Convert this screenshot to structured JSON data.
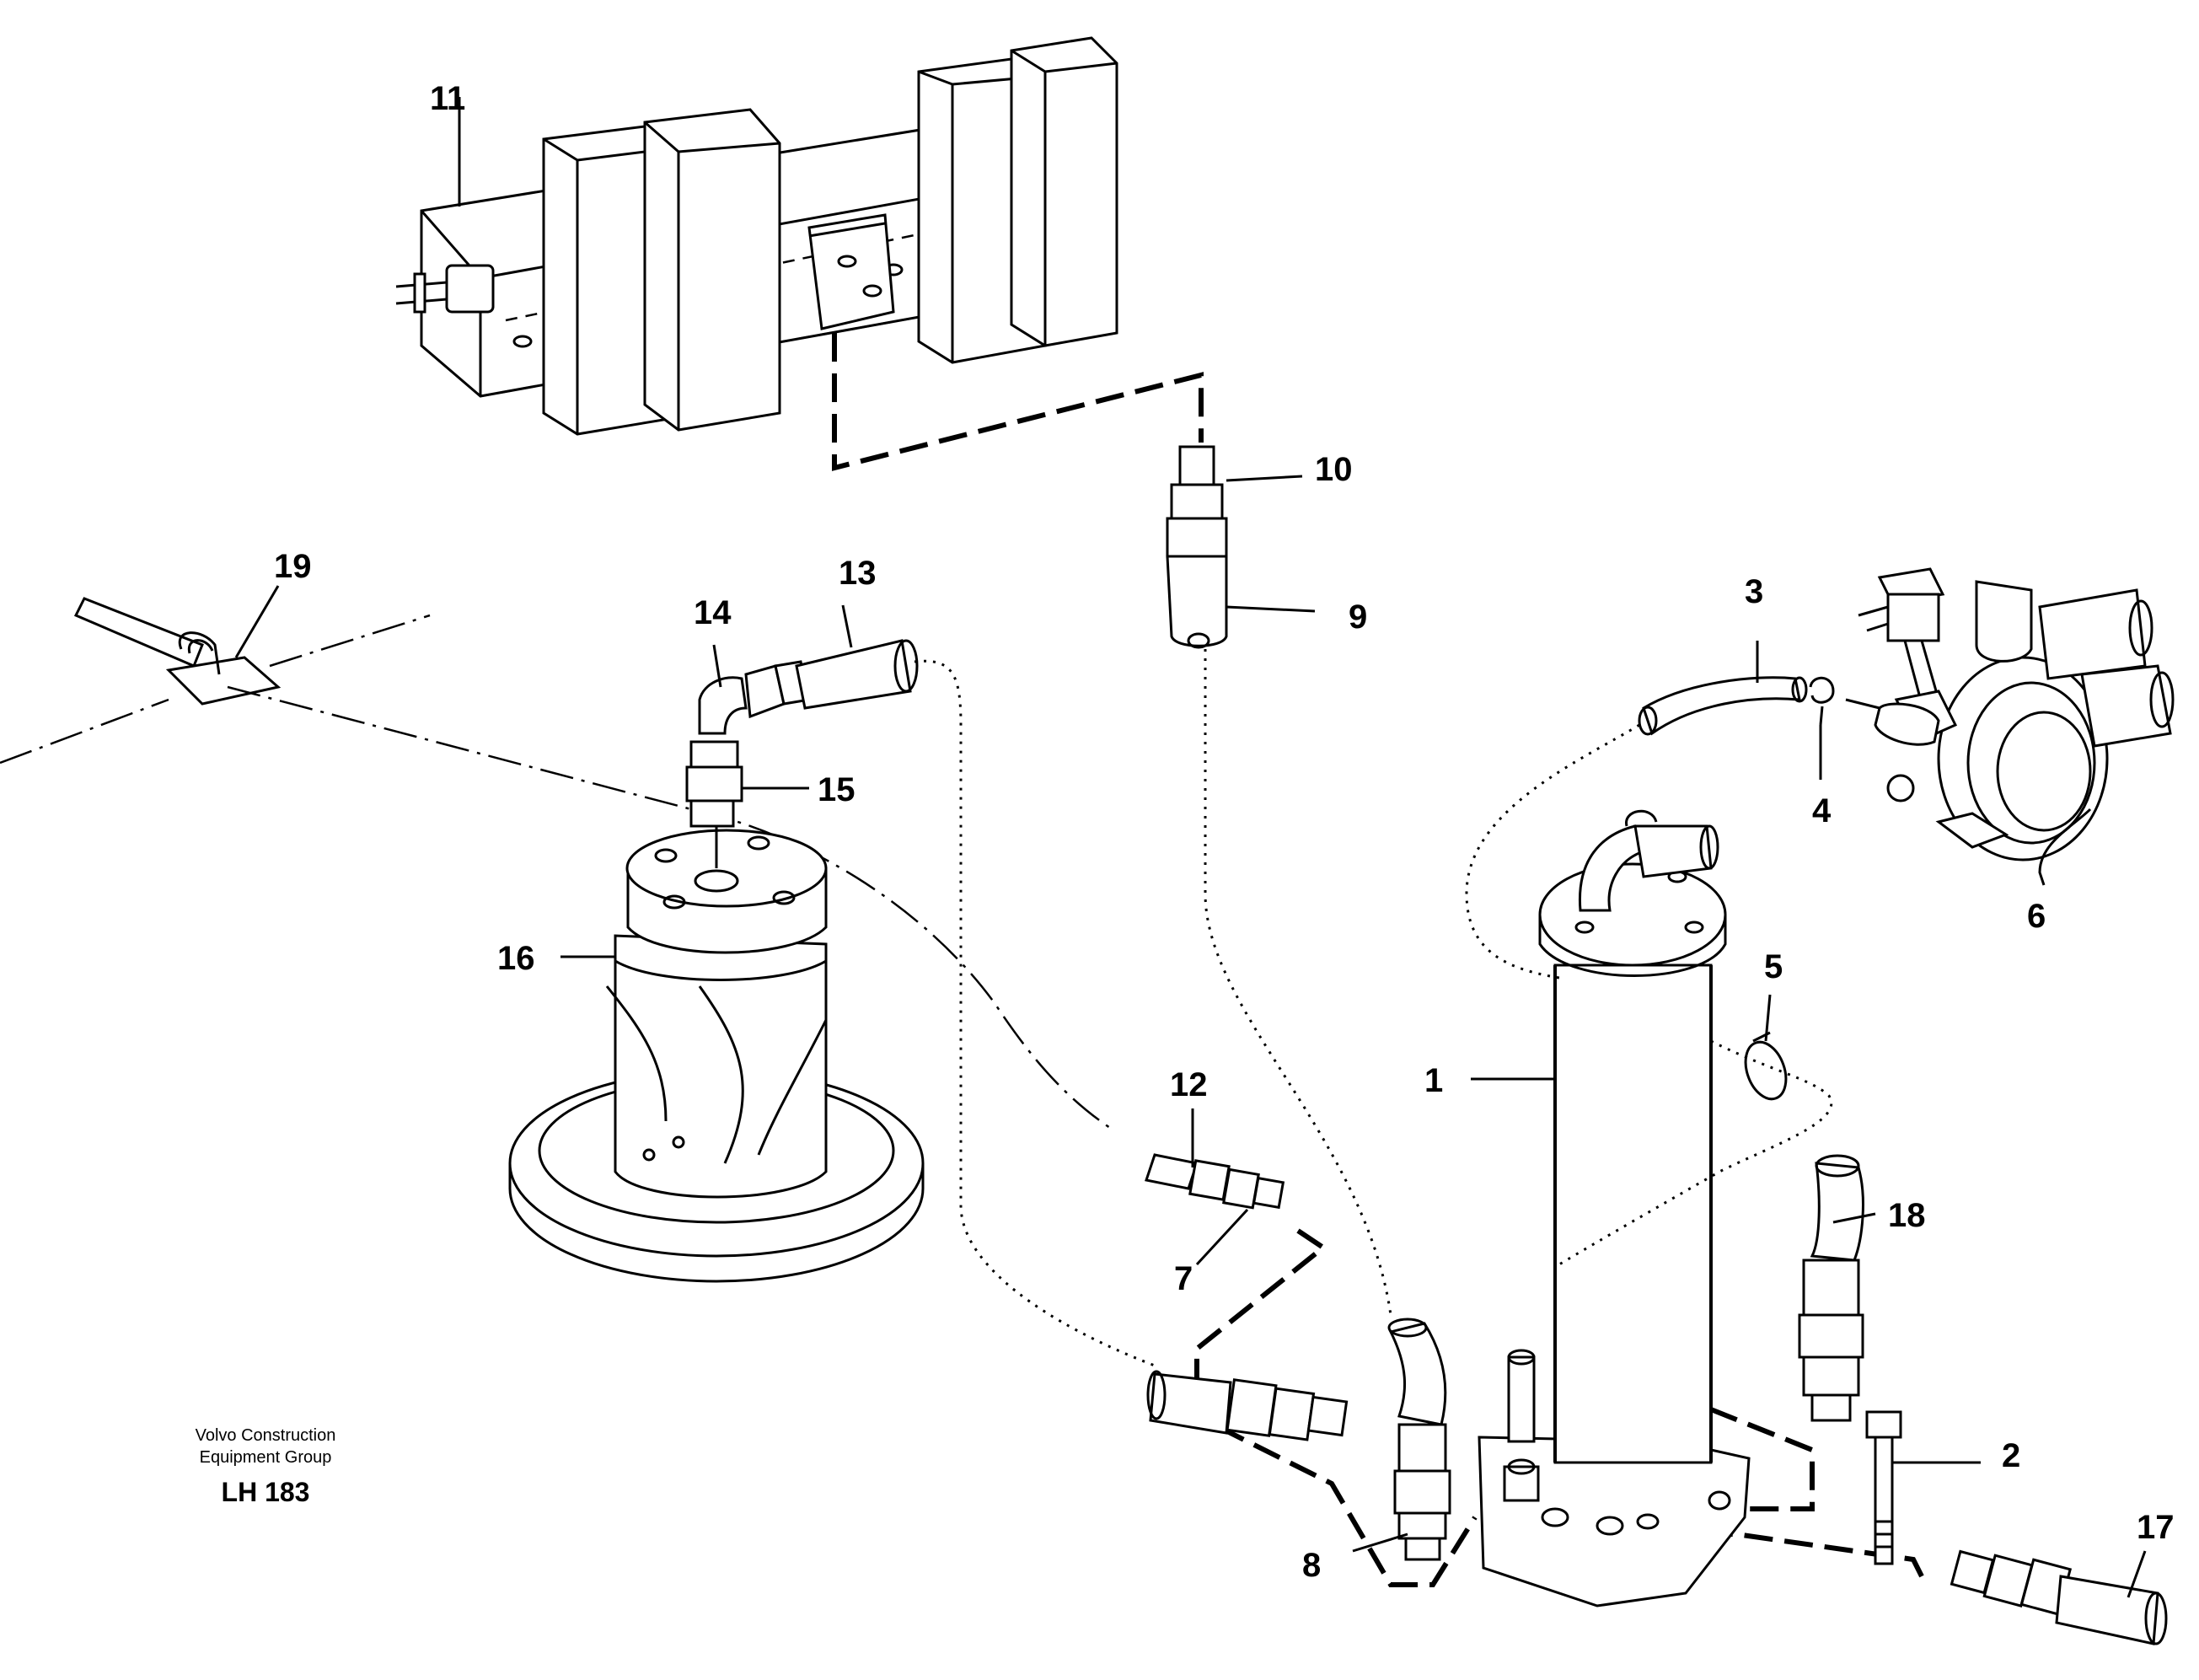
{
  "labels": {
    "p1": "1",
    "p2": "2",
    "p3": "3",
    "p4": "4",
    "p5": "5",
    "p6": "6",
    "p7": "7",
    "p8": "8",
    "p9": "9",
    "p10": "10",
    "p11": "11",
    "p12": "12",
    "p13": "13",
    "p14": "14",
    "p15": "15",
    "p16": "16",
    "p17": "17",
    "p18": "18",
    "p19": "19"
  },
  "credit": {
    "line1": "Volvo Construction",
    "line2": "Equipment Group",
    "code": "LH 183"
  }
}
